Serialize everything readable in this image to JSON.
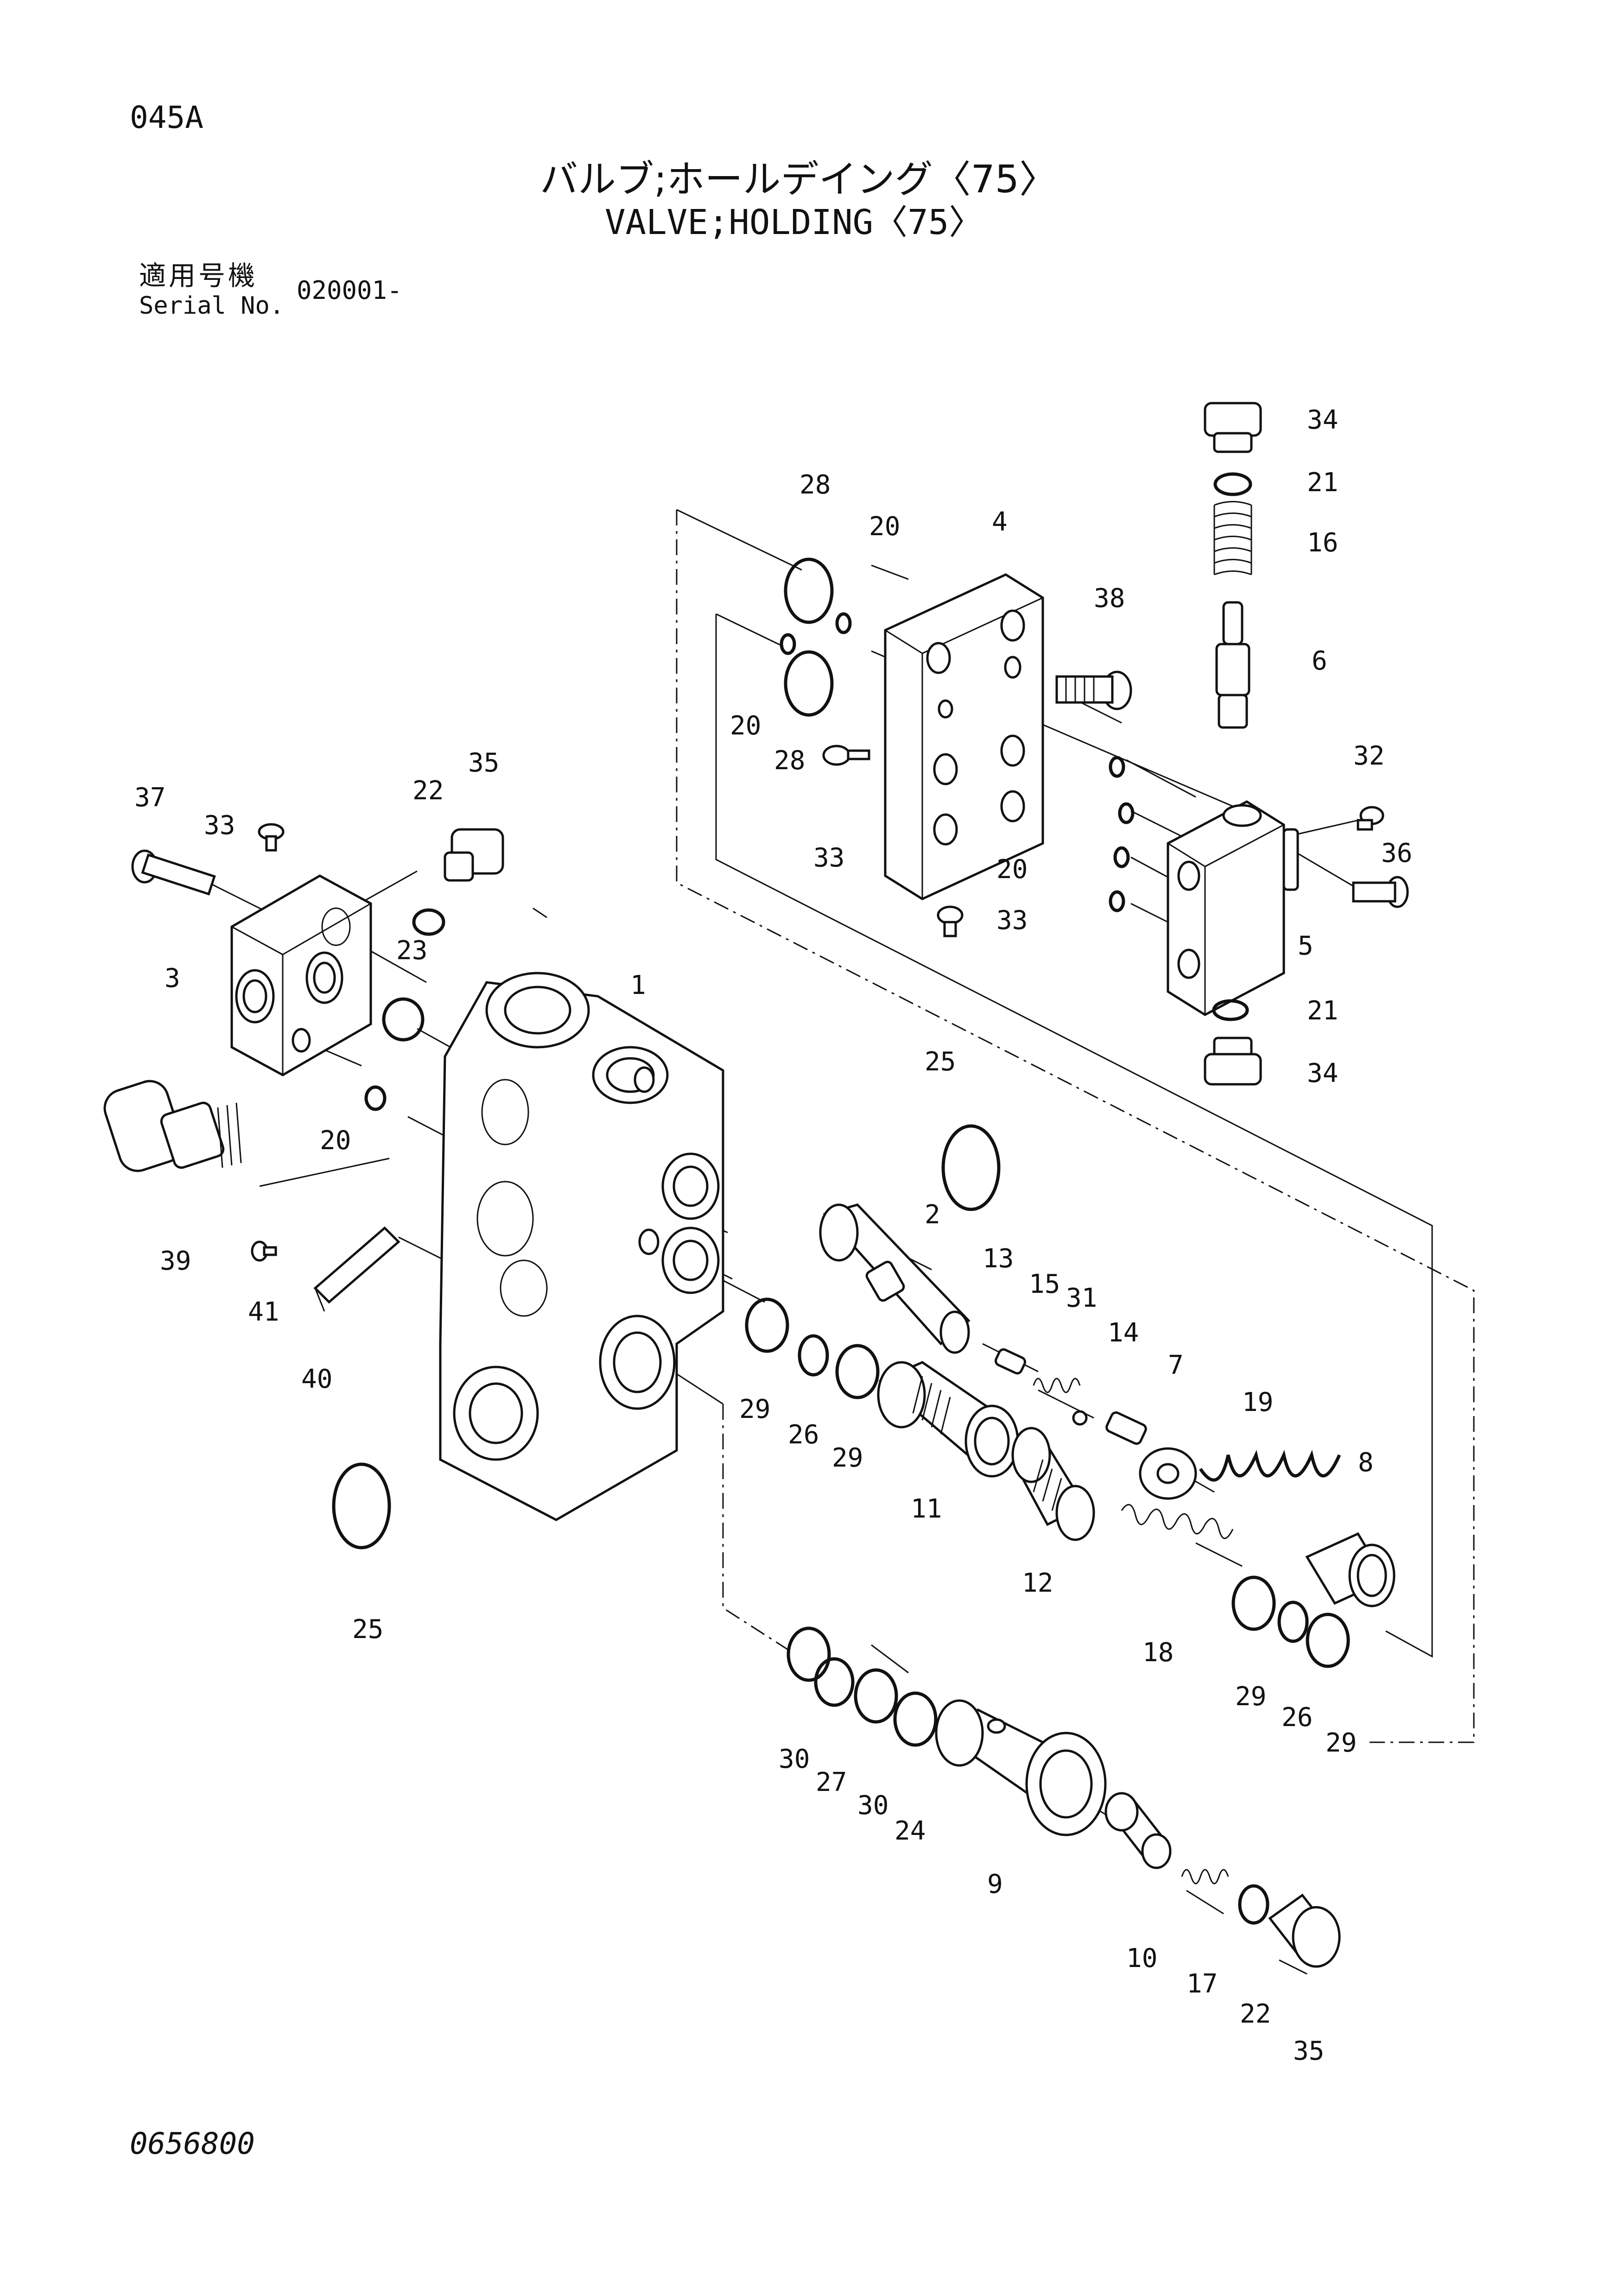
{
  "header": {
    "page_code": "045A",
    "title_jp": "バルブ;ホールデイング〈75〉",
    "title_en": "VALVE;HOLDING〈75〉"
  },
  "serial": {
    "label_jp": "適用号機",
    "label_en": "Serial No.",
    "value": "020001-"
  },
  "footer": {
    "doc_number": "0656800"
  },
  "callouts": [
    {
      "id": "c34a",
      "label": "34"
    },
    {
      "id": "c21a",
      "label": "21"
    },
    {
      "id": "c16",
      "label": "16"
    },
    {
      "id": "c6",
      "label": "6"
    },
    {
      "id": "c28a",
      "label": "28"
    },
    {
      "id": "c20a",
      "label": "20"
    },
    {
      "id": "c4",
      "label": "4"
    },
    {
      "id": "c38",
      "label": "38"
    },
    {
      "id": "c20b",
      "label": "20"
    },
    {
      "id": "c28b",
      "label": "28"
    },
    {
      "id": "c33a",
      "label": "33"
    },
    {
      "id": "c32",
      "label": "32"
    },
    {
      "id": "c20c",
      "label": "20"
    },
    {
      "id": "c36",
      "label": "36"
    },
    {
      "id": "c33b",
      "label": "33"
    },
    {
      "id": "c5",
      "label": "5"
    },
    {
      "id": "c21b",
      "label": "21"
    },
    {
      "id": "c34b",
      "label": "34"
    },
    {
      "id": "c37",
      "label": "37"
    },
    {
      "id": "c33c",
      "label": "33"
    },
    {
      "id": "c22a",
      "label": "22"
    },
    {
      "id": "c35a",
      "label": "35"
    },
    {
      "id": "c3",
      "label": "3"
    },
    {
      "id": "c23",
      "label": "23"
    },
    {
      "id": "c1",
      "label": "1"
    },
    {
      "id": "c20d",
      "label": "20"
    },
    {
      "id": "c25a",
      "label": "25"
    },
    {
      "id": "c39",
      "label": "39"
    },
    {
      "id": "c2",
      "label": "2"
    },
    {
      "id": "c13",
      "label": "13"
    },
    {
      "id": "c15",
      "label": "15"
    },
    {
      "id": "c31",
      "label": "31"
    },
    {
      "id": "c14",
      "label": "14"
    },
    {
      "id": "c7",
      "label": "7"
    },
    {
      "id": "c19",
      "label": "19"
    },
    {
      "id": "c41",
      "label": "41"
    },
    {
      "id": "c40",
      "label": "40"
    },
    {
      "id": "c29a",
      "label": "29"
    },
    {
      "id": "c26a",
      "label": "26"
    },
    {
      "id": "c29b",
      "label": "29"
    },
    {
      "id": "c11",
      "label": "11"
    },
    {
      "id": "c12",
      "label": "12"
    },
    {
      "id": "c8",
      "label": "8"
    },
    {
      "id": "c25b",
      "label": "25"
    },
    {
      "id": "c18",
      "label": "18"
    },
    {
      "id": "c29c",
      "label": "29"
    },
    {
      "id": "c26b",
      "label": "26"
    },
    {
      "id": "c29d",
      "label": "29"
    },
    {
      "id": "c30a",
      "label": "30"
    },
    {
      "id": "c27",
      "label": "27"
    },
    {
      "id": "c30b",
      "label": "30"
    },
    {
      "id": "c24",
      "label": "24"
    },
    {
      "id": "c9",
      "label": "9"
    },
    {
      "id": "c10",
      "label": "10"
    },
    {
      "id": "c17",
      "label": "17"
    },
    {
      "id": "c22b",
      "label": "22"
    },
    {
      "id": "c35b",
      "label": "35"
    }
  ]
}
